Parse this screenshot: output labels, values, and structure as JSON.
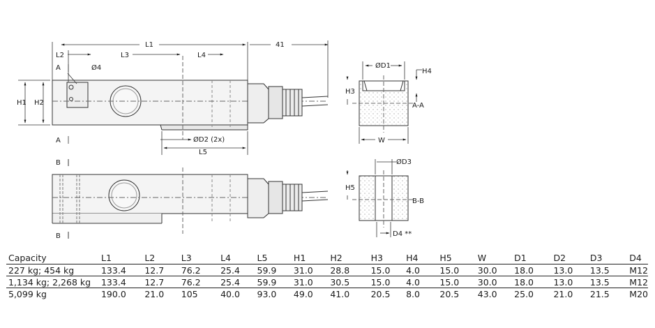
{
  "labels": {
    "L1": "L1",
    "dim41": "41",
    "L2": "L2",
    "L3": "L3",
    "L4": "L4",
    "A_top": "A",
    "D4_hole": "Ø4",
    "H1": "H1",
    "H2": "H2",
    "A_bottom": "A",
    "D2": "ØD2 (2x)",
    "L5": "L5",
    "B_top": "B",
    "B_bottom": "B",
    "D1": "ØD1",
    "H4": "H4",
    "H3": "H3",
    "A_A": "A-A",
    "W": "W",
    "D3": "ØD3",
    "H5": "H5",
    "B_B": "B-B",
    "D4": "D4 **"
  },
  "table": {
    "headers": [
      "Capacity",
      "L1",
      "L2",
      "L3",
      "L4",
      "L5",
      "H1",
      "H2",
      "H3",
      "H4",
      "H5",
      "W",
      "D1",
      "D2",
      "D3",
      "D4"
    ],
    "rows": [
      [
        "227 kg; 454 kg",
        "133.4",
        "12.7",
        "76.2",
        "25.4",
        "59.9",
        "31.0",
        "28.8",
        "15.0",
        "4.0",
        "15.0",
        "30.0",
        "18.0",
        "13.0",
        "13.5",
        "M12"
      ],
      [
        "1,134 kg; 2,268 kg",
        "133.4",
        "12.7",
        "76.2",
        "25.4",
        "59.9",
        "31.0",
        "30.5",
        "15.0",
        "4.0",
        "15.0",
        "30.0",
        "18.0",
        "13.0",
        "13.5",
        "M12"
      ],
      [
        "5,099 kg",
        "190.0",
        "21.0",
        "105",
        "40.0",
        "93.0",
        "49.0",
        "41.0",
        "20.5",
        "8.0",
        "20.5",
        "43.0",
        "25.0",
        "21.0",
        "21.5",
        "M20"
      ]
    ]
  }
}
